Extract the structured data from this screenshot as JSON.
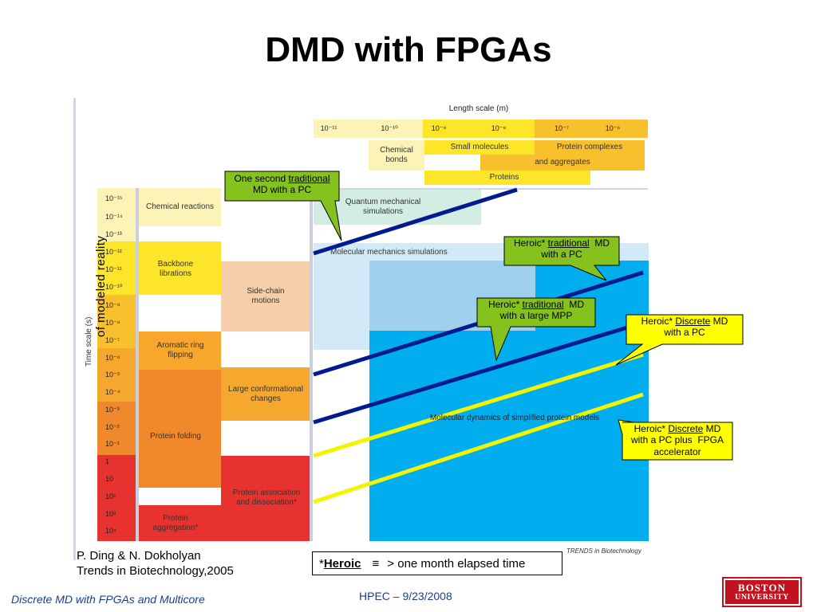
{
  "slide": {
    "title": "DMD with FPGAs",
    "footer_left": "Discrete MD with FPGAs and Multicore",
    "footer_center": "HPEC  –  9/23/2008",
    "logo_line1": "BOSTON",
    "logo_line2": "UNIVERSITY",
    "citation_line1": "P. Ding & N. Dokholyan",
    "citation_line2": "Trends in Biotechnology,2005",
    "note_star": "*",
    "note_heroic": "Heroic",
    "note_equiv": "≡",
    "note_rest": "> one month elapsed time"
  },
  "figure": {
    "length_axis_title": "Length scale (m)",
    "length_ticks": [
      "10⁻¹¹",
      "10⁻¹⁰",
      "10⁻⁹",
      "10⁻⁸",
      "10⁻⁷",
      "10⁻⁶"
    ],
    "length_categories": {
      "chemical_bonds": "Chemical bonds",
      "small_molecules": "Small molecules",
      "protein_complexes": "Protein complexes",
      "and_aggregates": "and aggregates",
      "proteins": "Proteins"
    },
    "time_axis_title": "Time scale (s)",
    "time_axis_overlay": "of modeled reality",
    "time_ticks": [
      "10⁻¹⁵",
      "10⁻¹⁴",
      "10⁻¹³",
      "10⁻¹²",
      "10⁻¹¹",
      "10⁻¹⁰",
      "10⁻⁹",
      "10⁻⁸",
      "10⁻⁷",
      "10⁻⁶",
      "10⁻⁵",
      "10⁻⁴",
      "10⁻³",
      "10⁻²",
      "10⁻¹",
      "1",
      "10",
      "10²",
      "10³",
      "10⁴"
    ],
    "processes": {
      "chemical_reactions": "Chemical reactions",
      "backbone_librations": "Backbone librations",
      "aromatic_ring_flipping": "Aromatic ring flipping",
      "protein_folding": "Protein folding",
      "protein_aggregation": "Protein aggregation*",
      "side_chain_motions": "Side-chain motions",
      "large_conformational_changes": "Large conformational changes",
      "protein_association": "Protein association and dissociation*"
    },
    "methods": {
      "quantum": "Quantum mechanical simulations",
      "molecular_mechanics": "Molecular mechanics simulations",
      "simplified_models": "Molecular dynamics of simplified protein models"
    },
    "credit": "TRENDS in Biotechnology"
  },
  "callouts": {
    "c1": {
      "before": "One second ",
      "underlined": "traditional",
      "after": "",
      "line2": "MD with a PC"
    },
    "c2": {
      "before": "Heroic* ",
      "underlined": "traditional",
      "after": "  MD",
      "line2": "with a PC"
    },
    "c3": {
      "before": "Heroic* ",
      "underlined": "traditional",
      "after": "  MD",
      "line2": "with a large MPP"
    },
    "c4": {
      "before": "Heroic* ",
      "underlined": "Discrete",
      "after": " MD",
      "line2": "with a PC"
    },
    "c5": {
      "before": "Heroic* ",
      "underlined": "Discrete",
      "after": " MD",
      "line2": "with a PC plus  FPGA",
      "line3": "accelerator"
    }
  },
  "colors": {
    "callout_green": "#86c21e",
    "callout_yellow": "#ffff00",
    "line_blue": "#001a8f",
    "line_yellow": "#f4f400",
    "simplified_blue": "#00aeef",
    "red": "#e8322f",
    "orange": "#f0892c"
  }
}
